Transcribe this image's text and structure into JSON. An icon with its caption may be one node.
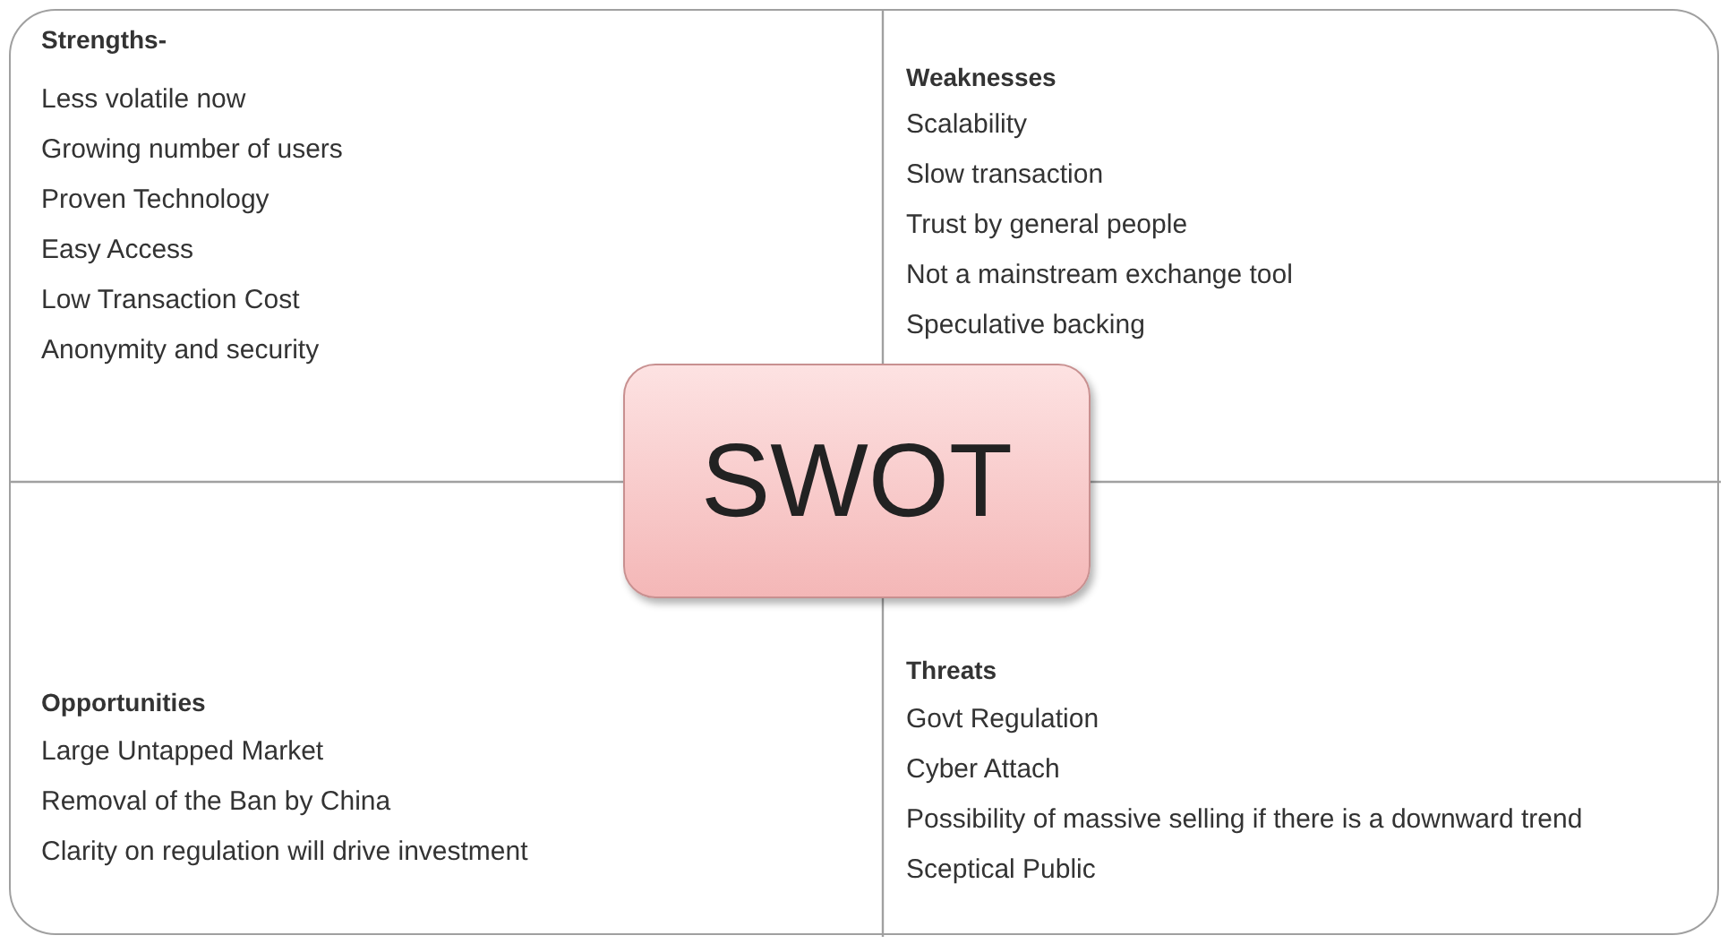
{
  "diagram": {
    "nodes": [
      {
        "text": [],
        "shape": "box"
      },
      {
        "text": [
          "Strengths-",
          "Less volatile now",
          "Growing number of users",
          "Proven Technology",
          "Easy Access",
          "Low Transaction Cost",
          "Anonymity and security"
        ],
        "in": 0
      },
      {
        "text": [
          "Weaknesses",
          "Scalability",
          "Slow transaction",
          "Trust by general people",
          "Not a mainstream exchange tool",
          "Speculative backing"
        ],
        "in": 0
      },
      {
        "text": [
          "Opportunities",
          "Large Untapped Market",
          "Removal of the Ban by China",
          "Clarity on regulation will drive investment"
        ],
        "in": 0
      },
      {
        "text": [
          "Threats",
          "Govt Regulation",
          "Cyber Attach",
          "Possibility of massive selling if there is a downward trend",
          "Sceptical Public"
        ],
        "in": 0
      },
      {
        "text": [
          "SWOT"
        ],
        "in": 0
      }
    ]
  }
}
